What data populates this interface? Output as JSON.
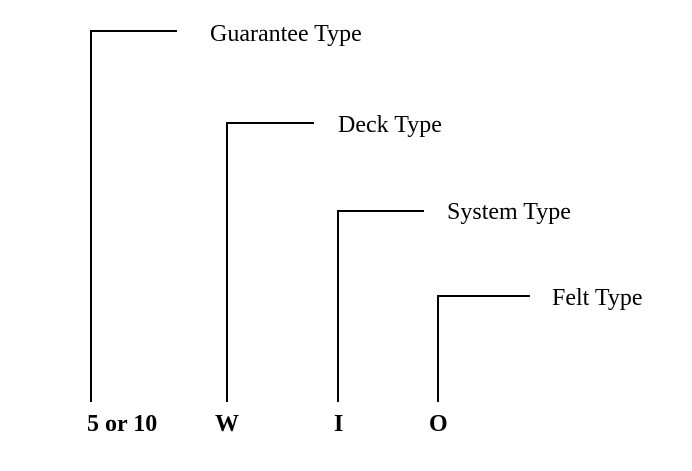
{
  "diagram": {
    "items": [
      {
        "code": "5 or 10",
        "label": "Guarantee Type"
      },
      {
        "code": "W",
        "label": "Deck Type"
      },
      {
        "code": "I",
        "label": "System Type"
      },
      {
        "code": "O",
        "label": "Felt Type"
      }
    ]
  }
}
